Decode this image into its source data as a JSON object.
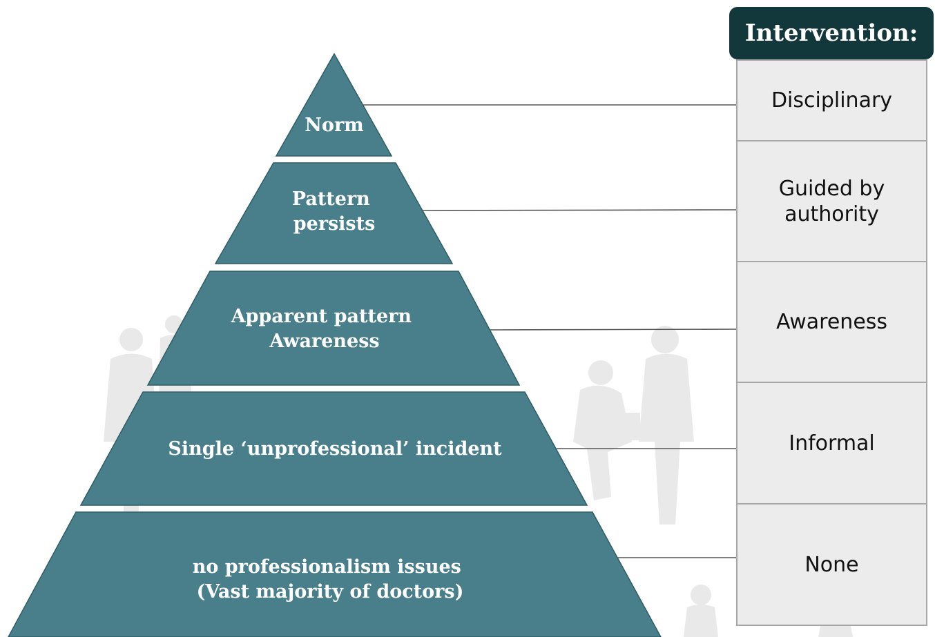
{
  "header": {
    "title": "Intervention:"
  },
  "tiers": [
    {
      "lines": [
        "Norm"
      ]
    },
    {
      "lines": [
        "Pattern",
        "persists"
      ]
    },
    {
      "lines": [
        "Apparent pattern",
        "Awareness"
      ]
    },
    {
      "lines": [
        "Single ‘unprofessional’ incident"
      ]
    },
    {
      "lines": [
        "no professionalism issues",
        "(Vast majority of doctors)"
      ]
    }
  ],
  "interventions": [
    {
      "lines": [
        "Disciplinary"
      ]
    },
    {
      "lines": [
        "Guided by",
        "authority"
      ]
    },
    {
      "lines": [
        "Awareness"
      ]
    },
    {
      "lines": [
        "Informal"
      ]
    },
    {
      "lines": [
        "None"
      ]
    }
  ],
  "colors": {
    "pyramid_fill": "#487f8b",
    "pyramid_stroke": "#2f5d66",
    "header_bg": "#12383b",
    "box_bg": "#ececec",
    "silhouette": "#e9e9e9",
    "connector": "#555555"
  }
}
